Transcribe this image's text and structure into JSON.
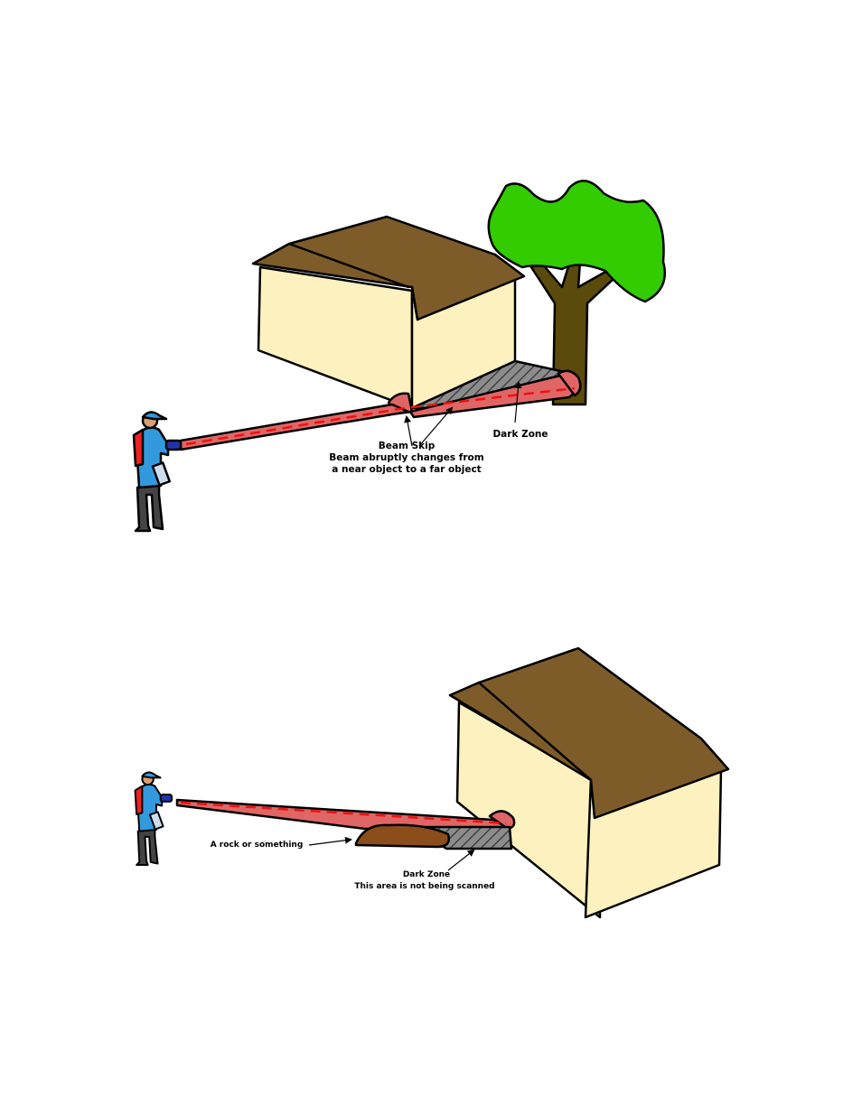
{
  "colors": {
    "roof": "#7d5c2a",
    "wall": "#fdf2bf",
    "tree_leaves": "#33cc00",
    "trunk": "#5a4a0c",
    "beam": "#e06666",
    "beam_line": "#ee1111",
    "shadow_hatch": "#888888",
    "rock": "#8b4d1a"
  },
  "diagram_top": {
    "beam_skip_title": "Beam Skip",
    "beam_skip_line1": "Beam abruptly changes from",
    "beam_skip_line2": "a near object to a far object",
    "dark_zone_label": "Dark Zone"
  },
  "diagram_bottom": {
    "rock_label": "A rock or something",
    "dark_zone_label": "Dark Zone",
    "dark_zone_note": "This area is not being scanned"
  }
}
